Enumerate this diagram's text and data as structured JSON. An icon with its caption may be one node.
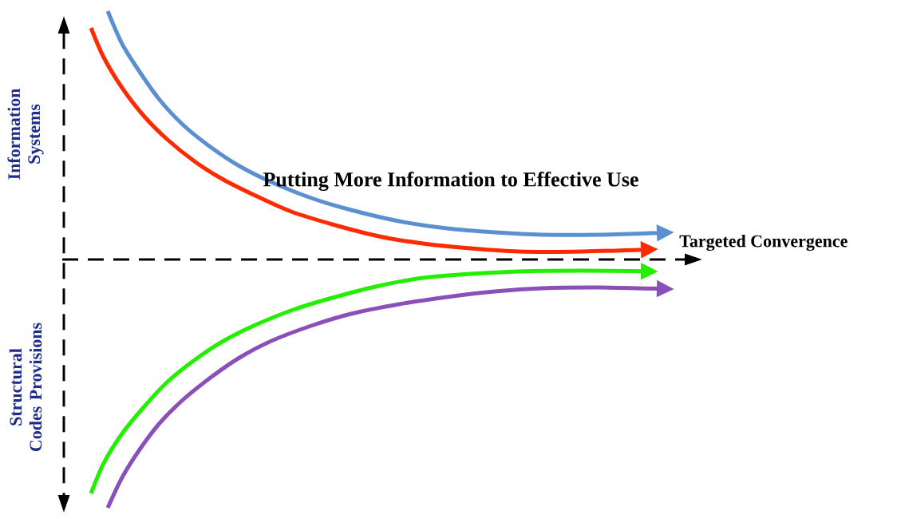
{
  "diagram": {
    "labels": [
      "Information Systems",
      "Structural Codes Provisions",
      "Putting More Information to Effective Use",
      "Targeted Convergence"
    ]
  }
}
